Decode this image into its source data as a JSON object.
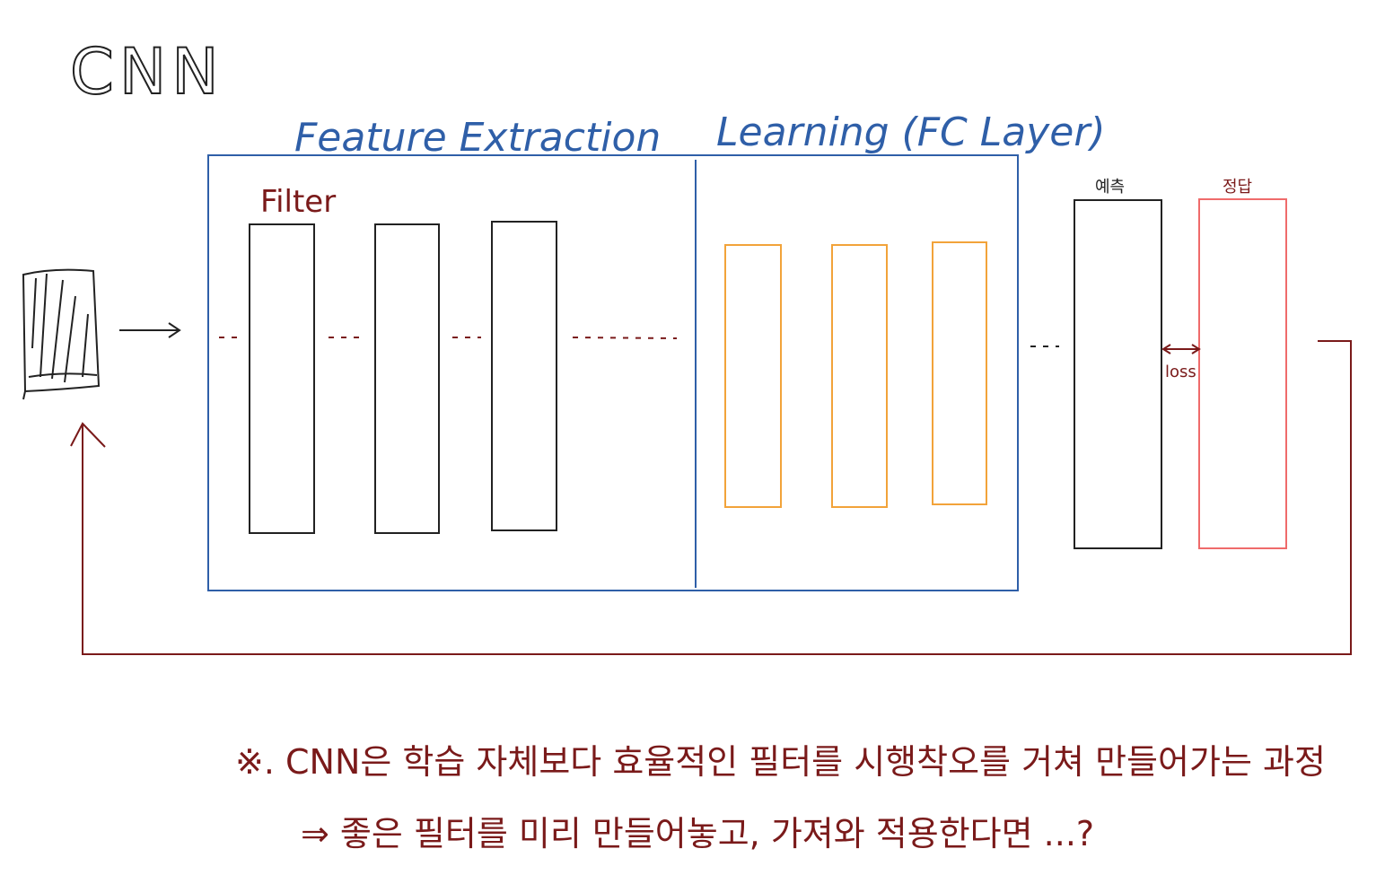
{
  "title": "CNN",
  "labels": {
    "feature_extraction": "Feature Extraction",
    "learning": "Learning (FC Layer)",
    "filter": "Filter",
    "prediction": "예측",
    "answer": "정답",
    "loss": "loss"
  },
  "notes": {
    "line1": "※. CNN은 학습 자체보다 효율적인 필터를 시행착오를 거쳐 만들어가는 과정",
    "line2": "⇒ 좋은 필터를 미리 만들어놓고, 가져와 적용한다면 ...?"
  },
  "colors": {
    "blue": "#2f5fa8",
    "dark_red": "#7a1a1a",
    "orange": "#f2a33a",
    "pink_red": "#ef6b6b",
    "black": "#222222"
  }
}
